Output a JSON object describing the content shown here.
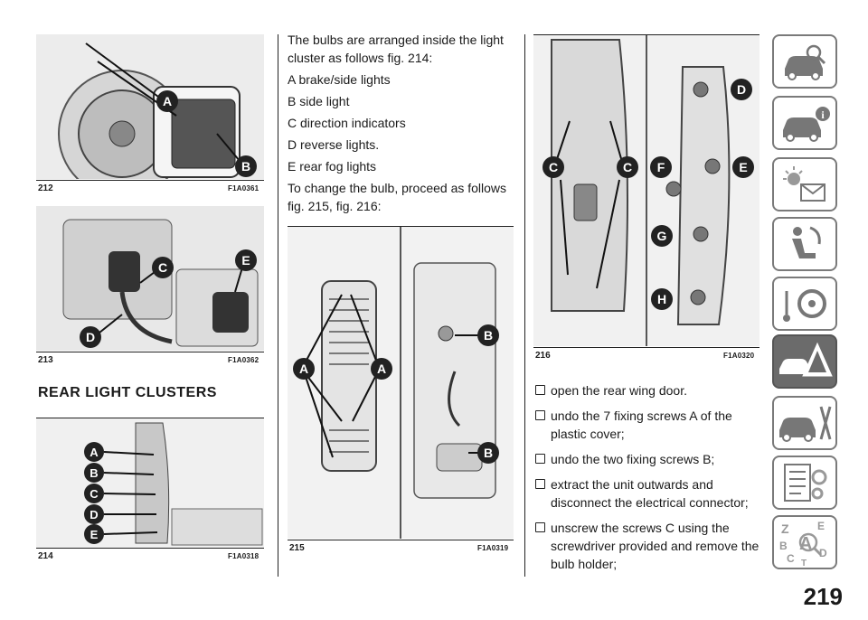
{
  "figures": {
    "f212": {
      "number": "212",
      "code": "F1A0361"
    },
    "f213": {
      "number": "213",
      "code": "F1A0362"
    },
    "f214": {
      "number": "214",
      "code": "F1A0318"
    },
    "f215": {
      "number": "215",
      "code": "F1A0319"
    },
    "f216": {
      "number": "216",
      "code": "F1A0320"
    }
  },
  "callouts": {
    "f212": [
      "A",
      "B"
    ],
    "f213": [
      "C",
      "E",
      "D"
    ],
    "f214": [
      "A",
      "B",
      "C",
      "D",
      "E"
    ],
    "f215": [
      "A",
      "A",
      "B",
      "B"
    ],
    "f216": [
      "D",
      "C",
      "C",
      "F",
      "E",
      "G",
      "H"
    ]
  },
  "section_title": "REAR LIGHT CLUSTERS",
  "intro": [
    "The bulbs are arranged inside the light cluster as follows fig. 214:",
    "A brake/side lights",
    "B side light",
    "C direction indicators",
    "D reverse lights.",
    "E rear fog lights",
    "To change the bulb, proceed as follows fig. 215, fig. 216:"
  ],
  "steps": [
    "open the rear wing door.",
    "undo the 7 fixing screws A of the plastic cover;",
    "undo the two fixing screws B;",
    "extract the unit outwards and disconnect the electrical connector;",
    "unscrew the screws C using the screwdriver provided and remove the bulb holder;"
  ],
  "tabs": [
    {
      "icon": "car-search-icon",
      "active": false
    },
    {
      "icon": "car-info-icon",
      "active": false
    },
    {
      "icon": "warning-lights-icon",
      "active": false
    },
    {
      "icon": "airbag-seat-icon",
      "active": false
    },
    {
      "icon": "steering-wheel-key-icon",
      "active": false
    },
    {
      "icon": "emergency-triangle-icon",
      "active": true
    },
    {
      "icon": "car-service-icon",
      "active": false
    },
    {
      "icon": "specifications-icon",
      "active": false
    },
    {
      "icon": "alphabetical-index-icon",
      "active": false
    }
  ],
  "index_letters": [
    "Z",
    "E",
    "A",
    "B",
    "C",
    "D",
    "T"
  ],
  "page_number": "219"
}
